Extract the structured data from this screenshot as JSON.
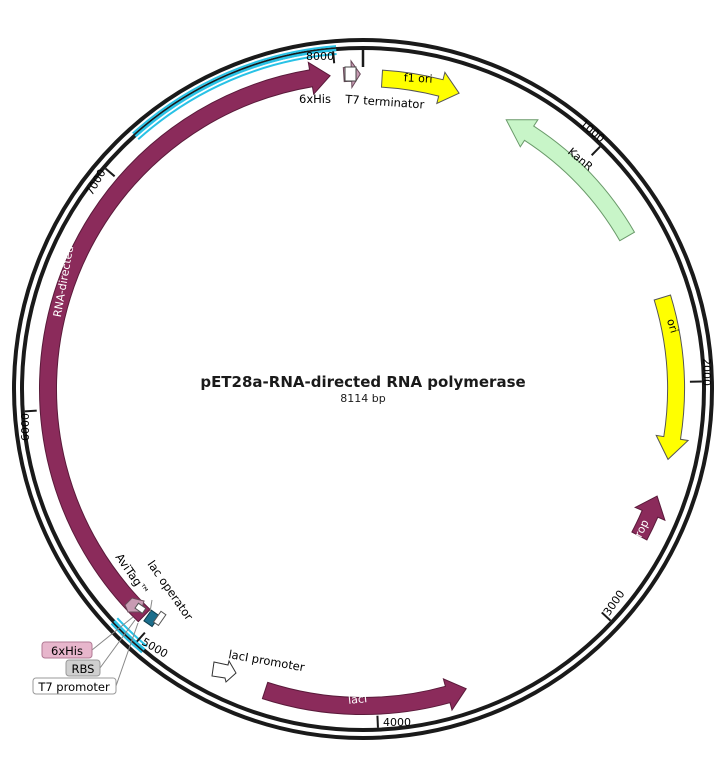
{
  "plasmid": {
    "name": "pET28a-RNA-directed RNA polymerase",
    "length_text": "8114 bp"
  },
  "ticks": [
    "1000",
    "2000",
    "3000",
    "4000",
    "5000",
    "6000",
    "7000",
    "8000"
  ],
  "features": {
    "f1_ori": "f1 ori",
    "kanr": "KanR",
    "ori": "ori",
    "rop": "rop",
    "laci": "lacI",
    "laci_promoter": "lacI promoter",
    "rna_directed": "RNA-directed",
    "his_tag_top": "6xHis",
    "t7_terminator": "T7 terminator",
    "avitag": "AviTag™",
    "lac_operator": "lac operator"
  },
  "side_labels": {
    "his_tag": "6xHis",
    "rbs": "RBS",
    "t7_promoter": "T7 promoter"
  },
  "colors": {
    "backbone": "#1a1a1a",
    "cds": "#8b2b5b",
    "origin": "#ffff00",
    "resistance": "#c8f5c8",
    "his_tag": "#c89bb3",
    "rbs": "#b9b9b9",
    "vector_region": "#29c2e6",
    "lac_operator": "#1b6e8c"
  }
}
